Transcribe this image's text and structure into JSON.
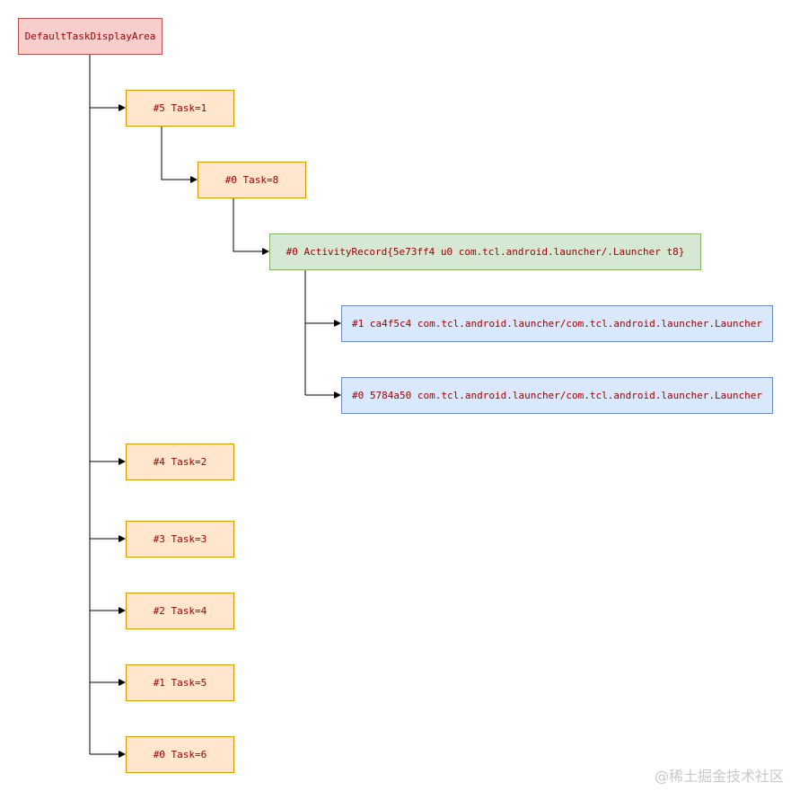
{
  "diagram": {
    "root": "DefaultTaskDisplayArea",
    "task_5": "#5 Task=1",
    "task_0_top": "#0 Task=8",
    "activity_record": "#0 ActivityRecord{5e73ff4 u0 com.tcl.android.launcher/.Launcher t8}",
    "window_1": "#1 ca4f5c4 com.tcl.android.launcher/com.tcl.android.launcher.Launcher",
    "window_0": "#0 5784a50 com.tcl.android.launcher/com.tcl.android.launcher.Launcher",
    "task_4": "#4 Task=2",
    "task_3": "#3 Task=3",
    "task_2": "#2 Task=4",
    "task_1": "#1 Task=5",
    "task_0": "#0 Task=6"
  },
  "watermark": "@稀土掘金技术社区",
  "colors": {
    "root_fill": "#f8cecc",
    "task_fill": "#ffe6cc",
    "activity_fill": "#d5e8d4",
    "window_fill": "#dae8fc",
    "text": "#990000"
  }
}
